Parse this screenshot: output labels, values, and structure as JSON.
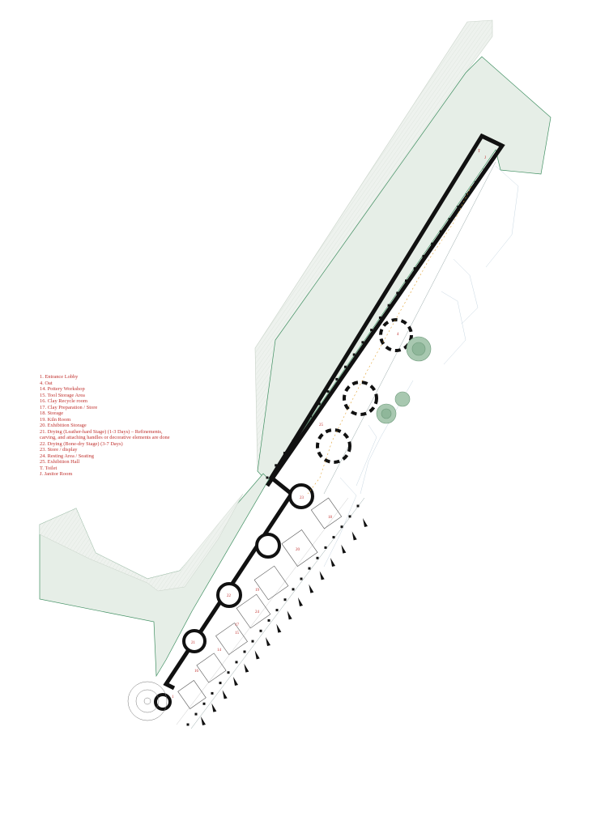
{
  "legend": {
    "items": [
      "1. Entrance Lobby",
      "4. Oat",
      "14. Pottery Workshop",
      "15. Tool Storage Area",
      "16. Clay Recycle room",
      "17. Clay Preparation / Store",
      "18. Storage",
      "19. Kiln Room",
      "20. Exhibition Storage",
      "21. Drying (Leather-hard Stage) (1-3 Days) –  Refinements,",
      "carving, and attaching handles or decorative elements are done",
      "22. Drying (Bone-dry Stage) (3-7 Days)",
      "23. Store / display",
      "24. Resting Area / Seating",
      "25. Exhibition Hall",
      "T.  Toilet",
      "J.  Janitor Room"
    ]
  },
  "room_labels": {
    "r1": "1",
    "r4": "4",
    "r14": "14",
    "r15": "15",
    "r16": "16",
    "r17": "17",
    "r18": "18",
    "r19": "19",
    "r20": "20",
    "r21": "21",
    "r22": "22",
    "r23": "23",
    "r24": "24",
    "r25": "25",
    "t": "T",
    "j": "J"
  },
  "colors": {
    "landscape_fill": "#e6eee7",
    "landscape_edge": "#3f8f61",
    "wall": "#111111",
    "annotation": "#c0312e",
    "tree": "#8fb79a"
  }
}
